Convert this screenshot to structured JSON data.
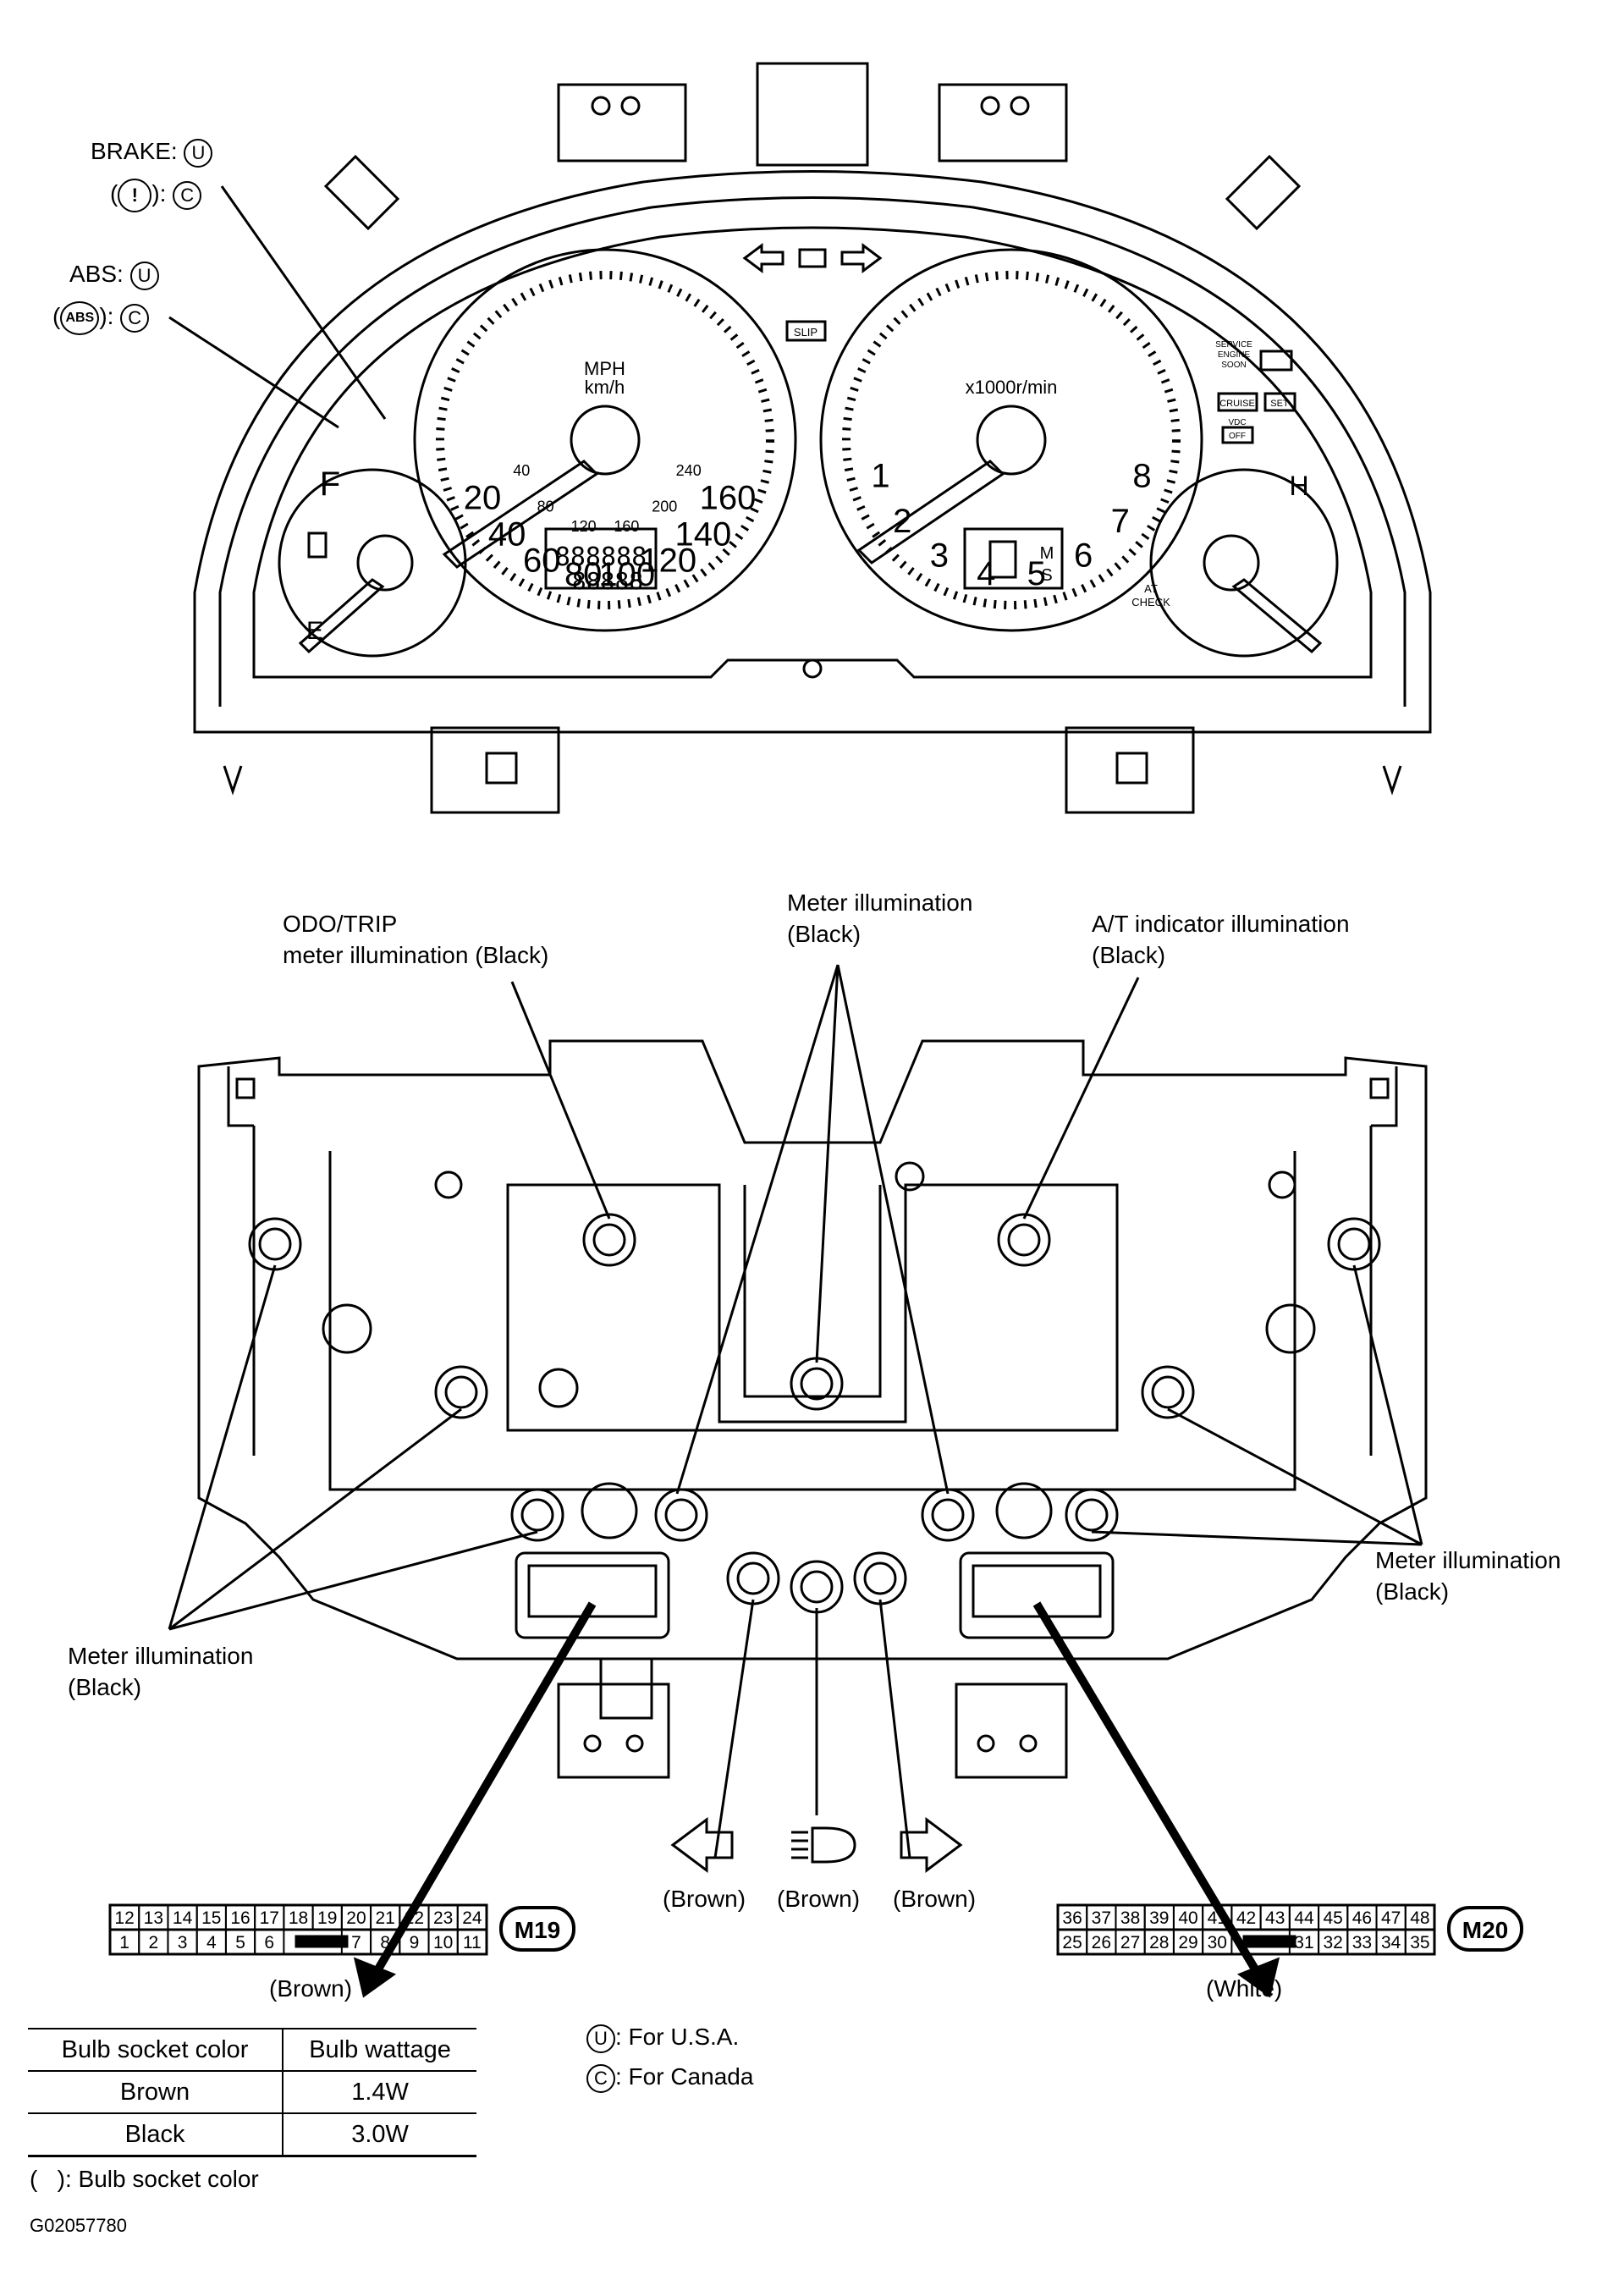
{
  "legend_top": {
    "brake_label": "BRAKE:",
    "brake_us": "U",
    "brake_canada_symbol": "!",
    "brake_canada": "C",
    "abs_label": "ABS:",
    "abs_us": "U",
    "abs_canada_symbol": "ABS",
    "abs_canada": "C"
  },
  "speedometer": {
    "mph_ticks": [
      "20",
      "40",
      "60",
      "80",
      "100",
      "120",
      "140",
      "160"
    ],
    "kmh_ticks": [
      "40",
      "80",
      "120",
      "160",
      "200",
      "240"
    ],
    "unit_label": "MPH\nkm/h",
    "odometer": "888888",
    "trip": "88888"
  },
  "tachometer": {
    "ticks": [
      "1",
      "2",
      "3",
      "4",
      "5",
      "6",
      "7",
      "8"
    ],
    "unit_label": "x1000r/min",
    "gear_letters": [
      "M",
      "S"
    ]
  },
  "fuel_gauge": {
    "full": "F",
    "empty": "E"
  },
  "temp_gauge": {
    "hot": "H"
  },
  "indicators": {
    "slip": "SLIP",
    "service_engine_soon": [
      "SERVICE",
      "ENGINE",
      "SOON"
    ],
    "cruise": "CRUISE",
    "set": "SET",
    "vdc_off": [
      "VDC",
      "OFF"
    ],
    "at_check": [
      "AT",
      "CHECK"
    ]
  },
  "callouts": {
    "odo_trip": [
      "ODO/TRIP",
      "meter illumination (Black)"
    ],
    "meter_center": [
      "Meter illumination",
      "(Black)"
    ],
    "at_indicator": [
      "A/T indicator illumination",
      "(Black)"
    ],
    "meter_left": [
      "Meter illumination",
      "(Black)"
    ],
    "meter_right": [
      "Meter illumination",
      "(Black)"
    ],
    "turn_left_color": "(Brown)",
    "headlamp_color": "(Brown)",
    "turn_right_color": "(Brown)"
  },
  "connectors": {
    "m19": {
      "id": "M19",
      "top_row": [
        "12",
        "13",
        "14",
        "15",
        "16",
        "17",
        "18",
        "19",
        "20",
        "21",
        "22",
        "23",
        "24"
      ],
      "bottom_row": [
        "1",
        "2",
        "3",
        "4",
        "5",
        "6",
        "",
        "7",
        "8",
        "9",
        "10",
        "11"
      ],
      "color": "(Brown)"
    },
    "m20": {
      "id": "M20",
      "top_row": [
        "36",
        "37",
        "38",
        "39",
        "40",
        "41",
        "42",
        "43",
        "44",
        "45",
        "46",
        "47",
        "48"
      ],
      "bottom_row": [
        "25",
        "26",
        "27",
        "28",
        "29",
        "30",
        "",
        "31",
        "32",
        "33",
        "34",
        "35"
      ],
      "color": "(White)"
    }
  },
  "bulb_table": {
    "headers": [
      "Bulb socket color",
      "Bulb wattage"
    ],
    "rows": [
      [
        "Brown",
        "1.4W"
      ],
      [
        "Black",
        "3.0W"
      ]
    ]
  },
  "notes": {
    "us_symbol": "U",
    "us_text": ": For U.S.A.",
    "canada_symbol": "C",
    "canada_text": ": For Canada",
    "socket_color_note": "(   ): Bulb socket color",
    "figure_id": "G02057780"
  }
}
